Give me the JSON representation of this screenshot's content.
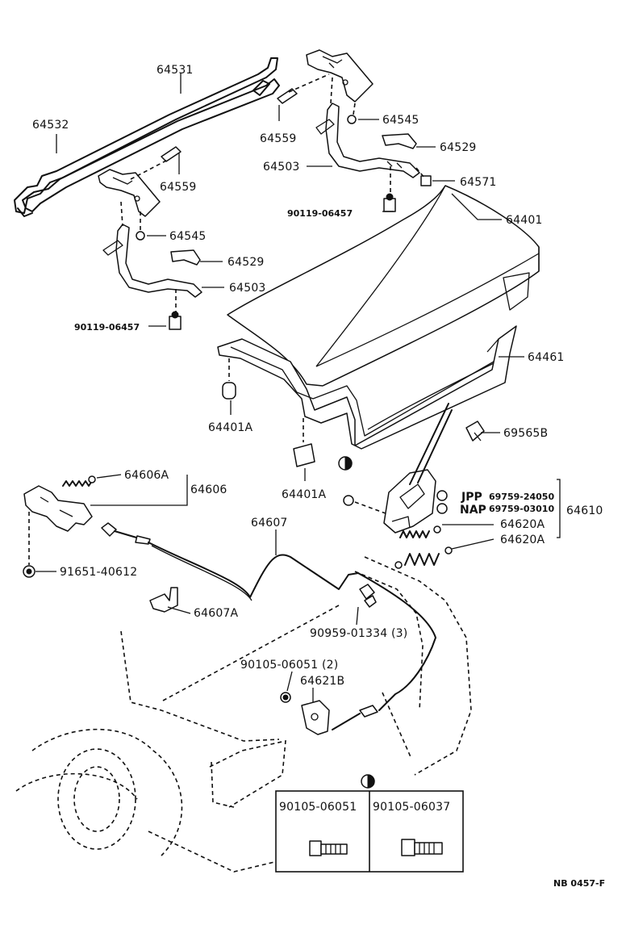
{
  "labels": {
    "p64531": "64531",
    "p64532": "64532",
    "p64559_top": "64559",
    "p64545_top": "64545",
    "p64529_top": "64529",
    "p64503_top": "64503",
    "p64571": "64571",
    "p90119_right": "90119-06457",
    "p64401": "64401",
    "p64559_left": "64559",
    "p64545_left": "64545",
    "p64529_left": "64529",
    "p64503_left": "64503",
    "p90119_left": "90119-06457",
    "p64461": "64461",
    "p64401A_upper": "64401A",
    "p69565B": "69565B",
    "p64606A": "64606A",
    "p64606": "64606",
    "p64401A_lower": "64401A",
    "jpp_prefix": "JPP",
    "jpp_number": "69759-24050",
    "nap_prefix": "NAP",
    "nap_number": "69759-03010",
    "p64610": "64610",
    "p64607": "64607",
    "p64620A_upper": "64620A",
    "p64620A_lower": "64620A",
    "p91651": "91651-40612",
    "p64607A": "64607A",
    "p90959": "90959-01334 (3)",
    "p90105_qty": "90105-06051 (2)",
    "p64621B": "64621B",
    "box_left_part": "90105-06051",
    "box_right_part": "90105-06037",
    "page_code": "NB  0457-F"
  }
}
